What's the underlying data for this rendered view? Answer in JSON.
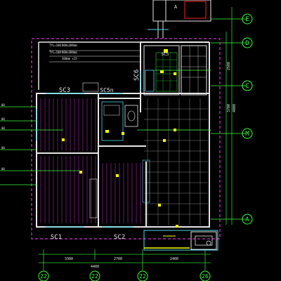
{
  "colors": {
    "background": "#000000",
    "wall": "#e6e6e6",
    "dim_green": "#30d030",
    "axis_green": "#3cff3c",
    "cyan": "#4fd8e8",
    "magenta": "#ff3cff",
    "yellow": "#ffff00",
    "red": "#ff2020",
    "window_line": "#4fd8e8",
    "label_white": "#ffffff"
  },
  "axis_bubbles_right": [
    "E",
    "D",
    "C",
    "M",
    "A"
  ],
  "axis_bubbles_bottom": [
    "22",
    "22",
    "22",
    "26"
  ],
  "notes": {
    "top_left_tag_1": "TYL=100",
    "top_left_tag_2": "TYL=100",
    "note_1": "800x300mm",
    "note_2": "800x300mm",
    "note_3": "300mm x15"
  },
  "room_labels": {
    "sc3": "SC3",
    "sc5n": "SC5n",
    "sc6": "SC6",
    "sc5": "SC5",
    "sc1": "SC1",
    "sc2": "SC2"
  },
  "dimensions": {
    "bottom_left": "3300",
    "bottom_mid": "2700",
    "bottom_total": "4400",
    "bottom_right": "2400",
    "right_1": "2500",
    "right_2": "3700",
    "right_3": "4000"
  },
  "left_side_labels": [
    "00",
    "00",
    "00",
    "00",
    "00"
  ]
}
